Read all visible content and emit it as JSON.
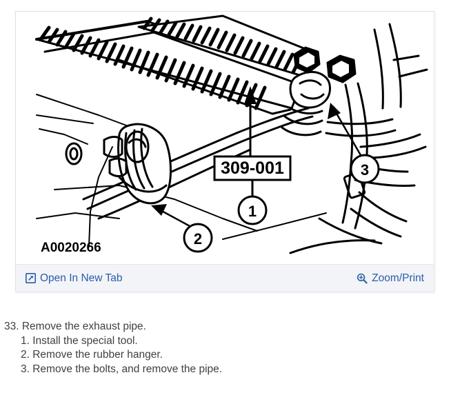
{
  "viewer": {
    "figure": {
      "image_id": "A0020266",
      "special_tool_label": "309-001",
      "callouts": [
        {
          "number": "1",
          "meaning": "special-tool"
        },
        {
          "number": "2",
          "meaning": "rubber-hanger"
        },
        {
          "number": "3",
          "meaning": "bolts"
        }
      ]
    },
    "toolbar": {
      "open_new_tab_label": "Open In New Tab",
      "open_new_tab_icon": "open-in-new-tab-icon",
      "zoom_print_label": "Zoom/Print",
      "zoom_print_icon": "magnifier-plus-icon",
      "link_color": "#2a5caa",
      "background": "#f3f4f7"
    }
  },
  "instructions": {
    "step": "33. Remove the exhaust pipe.",
    "substeps": [
      "1. Install the special tool.",
      "2. Remove the rubber hanger.",
      "3. Remove the bolts, and remove the pipe."
    ]
  }
}
